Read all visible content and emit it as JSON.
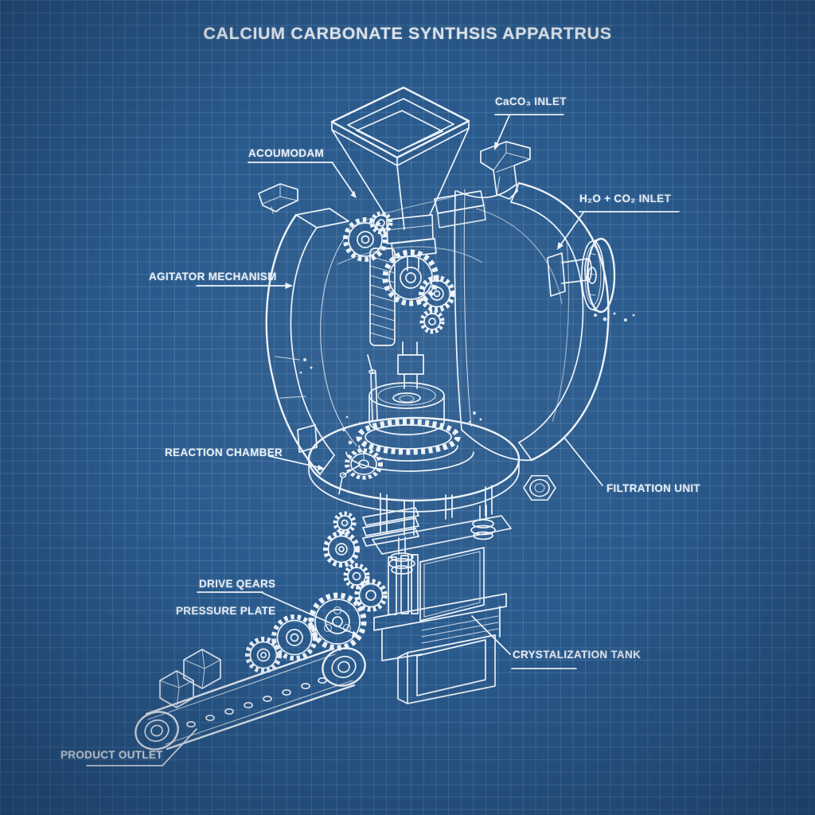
{
  "title": "CALCIUM CARBONATE SYNTHSIS APPARTRUS",
  "labels": {
    "hopper_module": "ACOUMODAM",
    "caco3_inlet": "CaCO₃ INLET",
    "h2o_co2_inlet": "H₂O + CO₂ INLET",
    "agitator_mechanism": "AGITATOR MECHANISM",
    "reaction_chamber": "REACTION CHAMBER",
    "filtration_unit": "FILTRATION UNIT",
    "drive_gears": "DRIVE QEARS",
    "pressure_plate": "PRESSURE PLATE",
    "crystallization_tank": "CRYSTALIZATION TANK",
    "product_outlet": "PRODUCT OUTLET"
  },
  "colors": {
    "background": "#2a5a8c",
    "grid_line": "#3d6f9f",
    "line_work": "#edf3f9",
    "text": "#eaf1f8"
  }
}
